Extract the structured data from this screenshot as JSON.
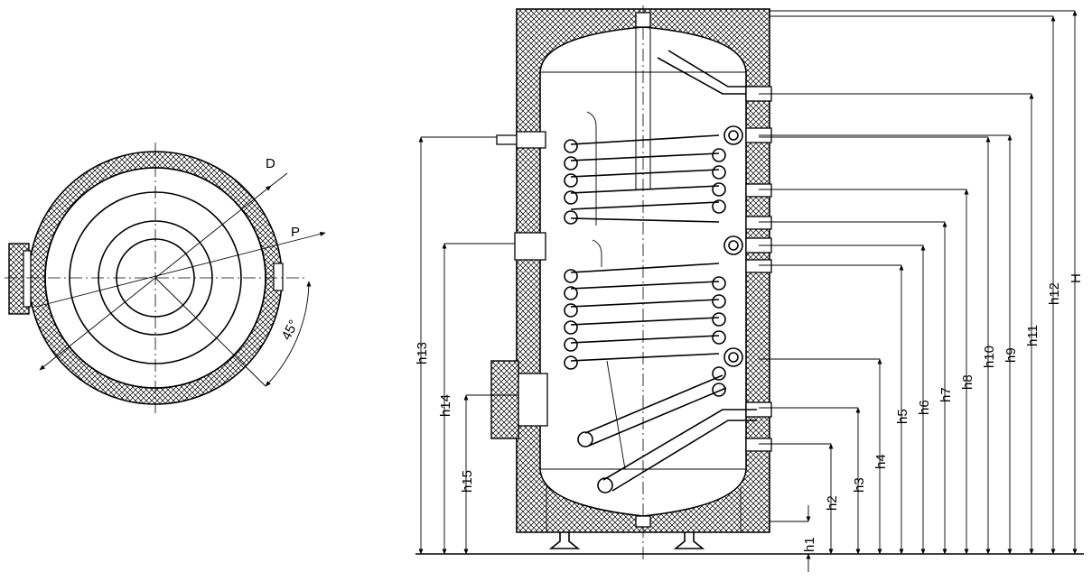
{
  "labels": {
    "D": "D",
    "P": "P",
    "angle": "45°",
    "h1": "h1",
    "h2": "h2",
    "h3": "h3",
    "h4": "h4",
    "h5": "h5",
    "h6": "h6",
    "h7": "h7",
    "h8": "h8",
    "h9": "h9",
    "h10": "h10",
    "h11": "h11",
    "h12": "h12",
    "h13": "h13",
    "h14": "h14",
    "h15": "h15",
    "H": "H"
  }
}
